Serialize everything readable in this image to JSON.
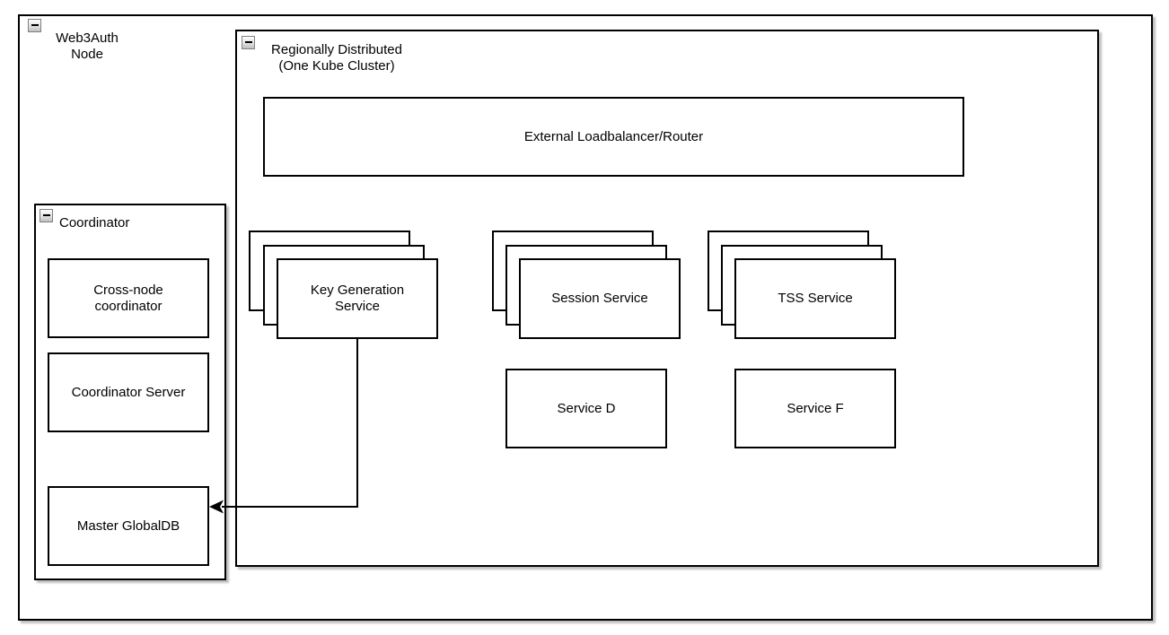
{
  "diagram": {
    "web3auth_label": "Web3Auth\nNode",
    "regional_label": "Regionally Distributed\n(One Kube Cluster)",
    "coordinator_label": "Coordinator",
    "loadbalancer_label": "External Loadbalancer/Router",
    "keygen_label": "Key Generation\nService",
    "session_label": "Session Service",
    "tss_label": "TSS Service",
    "service_d_label": "Service D",
    "service_f_label": "Service F",
    "crossnode_label": "Cross-node\ncoordinator",
    "coordinator_server_label": "Coordinator Server",
    "masterdb_label": "Master GlobalDB"
  },
  "colors": {
    "stroke": "#000000",
    "fill": "#ffffff",
    "shadow": "rgba(0,0,0,0.25)",
    "collapse_icon_border": "#808080"
  },
  "icons": {
    "collapse": "minus-collapse",
    "arrowhead": "left-arrowhead"
  }
}
